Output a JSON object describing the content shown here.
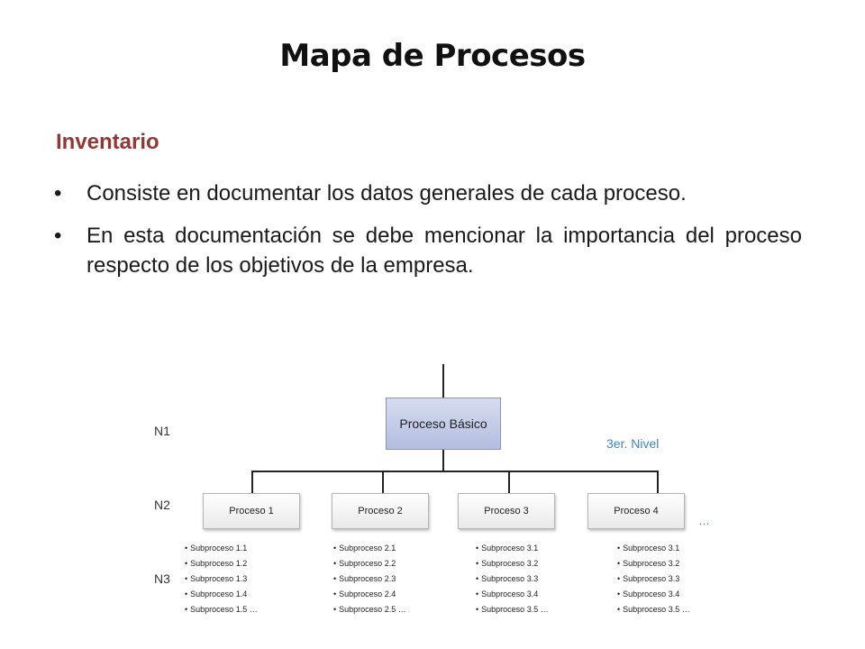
{
  "slide": {
    "title": "Mapa de Procesos",
    "section_heading": "Inventario",
    "bullets": [
      "Consiste en documentar los datos generales de cada proceso.",
      "En esta documentación se debe mencionar la importancia del proceso respecto de los objetivos de la empresa."
    ],
    "bullet_symbol": "•"
  },
  "diagram": {
    "levels": [
      "N1",
      "N2",
      "N3"
    ],
    "main_process": "Proceso Básico",
    "level_note": "3er. Nivel",
    "processes": [
      "Proceso 1",
      "Proceso 2",
      "Proceso 3",
      "Proceso 4"
    ],
    "more": "…",
    "subprocesses": [
      [
        "Subproceso 1.1",
        "Subproceso 1.2",
        "Subproceso 1.3",
        "Subproceso 1.4",
        "Subproceso 1.5 …"
      ],
      [
        "Subproceso 2.1",
        "Subproceso 2.2",
        "Subproceso 2.3",
        "Subproceso 2.4",
        "Subproceso 2.5 …"
      ],
      [
        "Subproceso 3.1",
        "Subproceso 3.2",
        "Subproceso 3.3",
        "Subproceso 3.4",
        "Subproceso 3.5 …"
      ],
      [
        "Subproceso 3.1",
        "Subproceso 3.2",
        "Subproceso 3.3",
        "Subproceso 3.4",
        "Subproceso 3.5 …"
      ]
    ],
    "colors": {
      "heading": "#953735",
      "main_box": "#c4cbe8",
      "note": "#3f83c6"
    }
  }
}
